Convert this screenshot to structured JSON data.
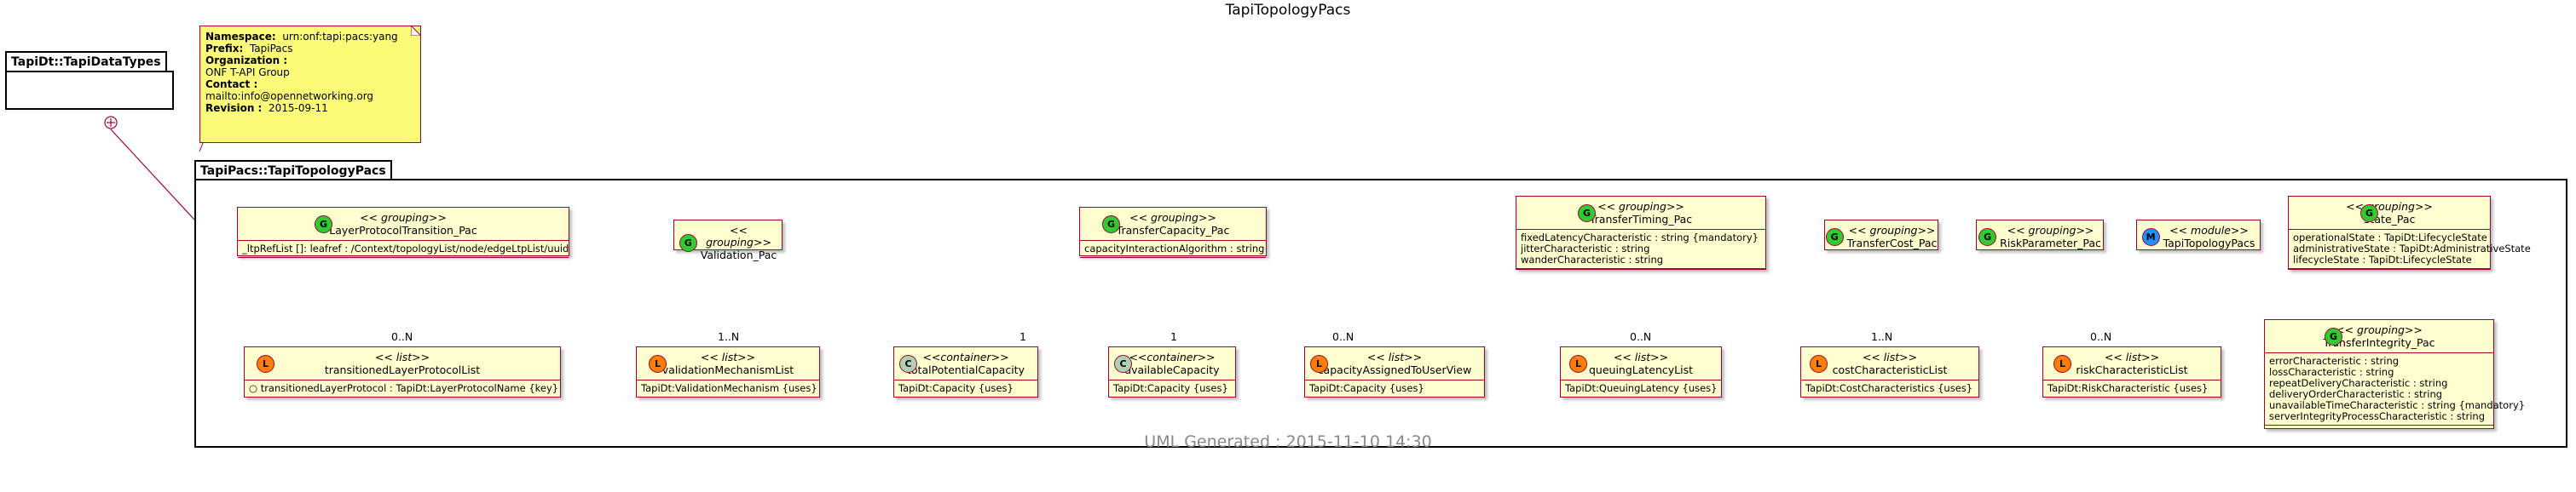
{
  "title": "TapiTopologyPacs",
  "footer": "UML Generated : 2015-11-10 14:30",
  "packages": {
    "datatypes": "TapiDt::TapiDataTypes",
    "topology_pacs": "TapiPacs::TapiTopologyPacs"
  },
  "note": {
    "namespace_key": "Namespace:",
    "namespace_val": "urn:onf:tapi:pacs:yang",
    "prefix_key": "Prefix:",
    "prefix_val": "TapiPacs",
    "organization_key": "Organization :",
    "organization_val": "ONF T-API Group",
    "contact_key": "Contact :",
    "contact_val": "mailto:info@opennetworking.org",
    "revision_key": "Revision :",
    "revision_val": "2015-09-11"
  },
  "colors": {
    "border": "#A80036",
    "class_fill": "#FEFECE",
    "note_fill": "#FBFB77",
    "grouping_badge": "#2ECC2E",
    "list_badge": "#FF7F00",
    "container_badge": "#ADD1B2",
    "module_badge": "#1E90FF"
  },
  "classes": {
    "ltp": {
      "badge": "G",
      "stereo": "<< grouping>>",
      "name": "LayerProtocolTransition_Pac",
      "attrs": [
        "_ltpRefList []: leafref : /Context/topologyList/node/edgeLtpList/uuid"
      ]
    },
    "valpac": {
      "badge": "G",
      "stereo": "<< grouping>>",
      "name": "Validation_Pac",
      "attrs": []
    },
    "tcap": {
      "badge": "G",
      "stereo": "<< grouping>>",
      "name": "TransferCapacity_Pac",
      "attrs": [
        "capacityInteractionAlgorithm : string"
      ]
    },
    "timing": {
      "badge": "G",
      "stereo": "<< grouping>>",
      "name": "TransferTiming_Pac",
      "attrs": [
        "fixedLatencyCharacteristic : string   {mandatory}",
        "jitterCharacteristic : string",
        "wanderCharacteristic : string"
      ]
    },
    "cost": {
      "badge": "G",
      "stereo": "<< grouping>>",
      "name": "TransferCost_Pac",
      "attrs": []
    },
    "risk": {
      "badge": "G",
      "stereo": "<< grouping>>",
      "name": "RiskParameter_Pac",
      "attrs": []
    },
    "module": {
      "badge": "M",
      "stereo": "<< module>>",
      "name": "TapiTopologyPacs"
    },
    "state": {
      "badge": "G",
      "stereo": "<< grouping>>",
      "name": "State_Pac",
      "attrs": [
        "operationalState : TapiDt:LifecycleState",
        "administrativeState : TapiDt:AdministrativeState",
        "lifecycleState : TapiDt:LifecycleState"
      ]
    },
    "tlpl": {
      "badge": "L",
      "stereo": "<< list>>",
      "name": "transitionedLayerProtocolList",
      "attrs": [
        "○ transitionedLayerProtocol : TapiDt:LayerProtocolName  {key}"
      ]
    },
    "vml": {
      "badge": "L",
      "stereo": "<< list>>",
      "name": "validationMechanismList",
      "attrs": [
        "TapiDt:ValidationMechanism {uses}"
      ]
    },
    "totcap": {
      "badge": "C",
      "stereo": "<<container>>",
      "name": "totalPotentialCapacity",
      "attrs": [
        "TapiDt:Capacity {uses}"
      ]
    },
    "avcap": {
      "badge": "C",
      "stereo": "<<container>>",
      "name": "availableCapacity",
      "attrs": [
        "TapiDt:Capacity {uses}"
      ]
    },
    "capuv": {
      "badge": "L",
      "stereo": "<< list>>",
      "name": "capacityAssignedToUserView",
      "attrs": [
        "TapiDt:Capacity {uses}"
      ]
    },
    "qll": {
      "badge": "L",
      "stereo": "<< list>>",
      "name": "queuingLatencyList",
      "attrs": [
        "TapiDt:QueuingLatency {uses}"
      ]
    },
    "ccl": {
      "badge": "L",
      "stereo": "<< list>>",
      "name": "costCharacteristicList",
      "attrs": [
        "TapiDt:CostCharacteristics {uses}"
      ]
    },
    "rcl": {
      "badge": "L",
      "stereo": "<< list>>",
      "name": "riskCharacteristicList",
      "attrs": [
        "TapiDt:RiskCharacteristic {uses}"
      ]
    },
    "integrity": {
      "badge": "G",
      "stereo": "<< grouping>>",
      "name": "TransferIntegrity_Pac",
      "attrs": [
        "errorCharacteristic : string",
        "lossCharacteristic : string",
        "repeatDeliveryCharacteristic : string",
        "deliveryOrderCharacteristic : string",
        "unavailableTimeCharacteristic : string   {mandatory}",
        "serverIntegrityProcessCharacteristic : string"
      ]
    }
  },
  "multiplicities": {
    "ltp_tlpl": "0..N",
    "valpac_vml": "1..N",
    "tcap_totcap": "1",
    "tcap_avcap": "1",
    "tcap_capuv": "0..N",
    "timing_qll": "0..N",
    "cost_ccl": "1..N",
    "risk_rcl": "0..N"
  }
}
